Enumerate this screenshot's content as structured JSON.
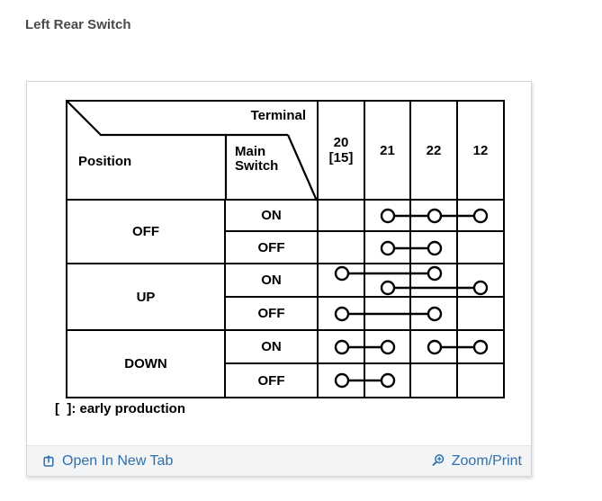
{
  "page": {
    "title": "Left Rear Switch"
  },
  "colors": {
    "accent_blue": "#2e6fad",
    "title_gray": "#4a4a4a",
    "toolbar_bg": "#f3f4f6",
    "line_black": "#000000"
  },
  "table": {
    "corner": {
      "terminal_label": "Terminal",
      "position_label": "Position",
      "main_switch_label": "Main Switch"
    },
    "terminals": [
      {
        "id": "20",
        "label": "20",
        "sub": "[15]"
      },
      {
        "id": "21",
        "label": "21",
        "sub": ""
      },
      {
        "id": "22",
        "label": "22",
        "sub": ""
      },
      {
        "id": "12",
        "label": "12",
        "sub": ""
      }
    ],
    "groups": [
      {
        "position": "OFF",
        "rows": [
          {
            "switch": "ON",
            "connections": [
              {
                "terminals": [
                  "21",
                  "22",
                  "12"
                ],
                "offset": 0
              }
            ]
          },
          {
            "switch": "OFF",
            "connections": [
              {
                "terminals": [
                  "21",
                  "22"
                ],
                "offset": 0
              }
            ]
          }
        ]
      },
      {
        "position": "UP",
        "rows": [
          {
            "switch": "ON",
            "connections": [
              {
                "terminals": [
                  "20",
                  "22"
                ],
                "offset": -8
              },
              {
                "terminals": [
                  "21",
                  "12"
                ],
                "offset": 8
              }
            ]
          },
          {
            "switch": "OFF",
            "connections": [
              {
                "terminals": [
                  "20",
                  "22"
                ],
                "offset": 0
              }
            ]
          }
        ]
      },
      {
        "position": "DOWN",
        "rows": [
          {
            "switch": "ON",
            "connections": [
              {
                "terminals": [
                  "20",
                  "21"
                ],
                "offset": 0
              },
              {
                "terminals": [
                  "22",
                  "12"
                ],
                "offset": 0
              }
            ]
          },
          {
            "switch": "OFF",
            "connections": [
              {
                "terminals": [
                  "20",
                  "21"
                ],
                "offset": 0
              }
            ]
          }
        ]
      }
    ],
    "note": "[  ]: early production"
  },
  "footer": {
    "open_label": "Open In New Tab",
    "zoom_label": "Zoom/Print"
  }
}
